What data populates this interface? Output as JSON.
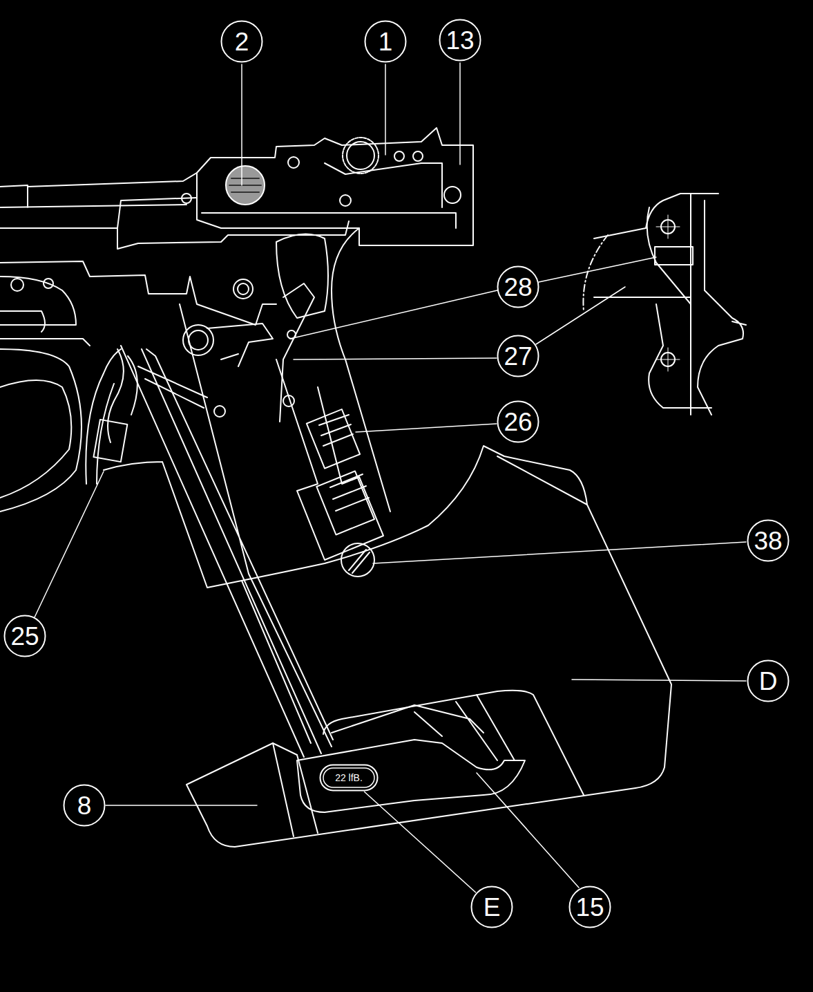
{
  "diagram": {
    "nodes": [
      {
        "text": [
          "2"
        ]
      },
      {
        "text": [
          "1"
        ]
      },
      {
        "text": [
          "13"
        ]
      },
      {
        "text": [
          "28"
        ]
      },
      {
        "text": [
          "27"
        ]
      },
      {
        "text": [
          "26"
        ]
      },
      {
        "text": [
          "38"
        ]
      },
      {
        "text": [
          "25"
        ]
      },
      {
        "text": [
          "D"
        ]
      },
      {
        "text": [
          "22 lfB."
        ]
      },
      {
        "text": [
          "8"
        ]
      },
      {
        "text": [
          "E"
        ]
      },
      {
        "text": [
          "15"
        ]
      }
    ],
    "edges": [
      {
        "from": 11,
        "to": 9,
        "arrow": "none"
      }
    ]
  }
}
